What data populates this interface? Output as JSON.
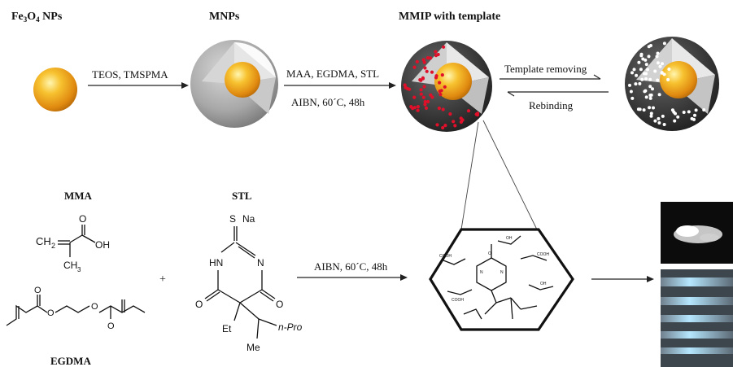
{
  "title_labels": {
    "fe3o4_main": "Fe",
    "fe3o4_sub1": "3",
    "fe3o4_mid": "O",
    "fe3o4_sub2": "4",
    "fe3o4_tail": " NPs",
    "mnps": "MNPs",
    "mmip": "MMIP with template"
  },
  "arrows": {
    "step1": "TEOS, TMSPMA",
    "step2_top": "MAA, EGDMA, STL",
    "step2_bottom": "AIBN, 60´C, 48h",
    "forward": "Template removing",
    "backward": "Rebinding",
    "polymerization": "AIBN, 60´C, 48h"
  },
  "reagents": {
    "mma_title": "MMA",
    "stl_title": "STL",
    "egdma_title": "EGDMA",
    "plus": "+"
  },
  "mma": {
    "ch2": "CH",
    "ch2_sub": "2",
    "ch3": "CH",
    "ch3_sub": "3",
    "oh": "OH",
    "o": "O"
  },
  "egdma": {
    "o1": "O",
    "o2": "O",
    "o3": "O",
    "o4": "O"
  },
  "stl": {
    "s": "S",
    "na": "Na",
    "hn": "HN",
    "n": "N",
    "o_left": "O",
    "o_right": "O",
    "et": "Et",
    "npro": "n-Pro",
    "me": "Me"
  },
  "cavity": {
    "cooh": "COOH",
    "oh": "OH",
    "o": "O",
    "n": "N"
  },
  "colors": {
    "core_gold": "#f2a51c",
    "shell_gray": "#9a9a9a",
    "imprint_red": "#e0102a",
    "cavity_white": "#ffffff",
    "image_dark": "#111111"
  }
}
